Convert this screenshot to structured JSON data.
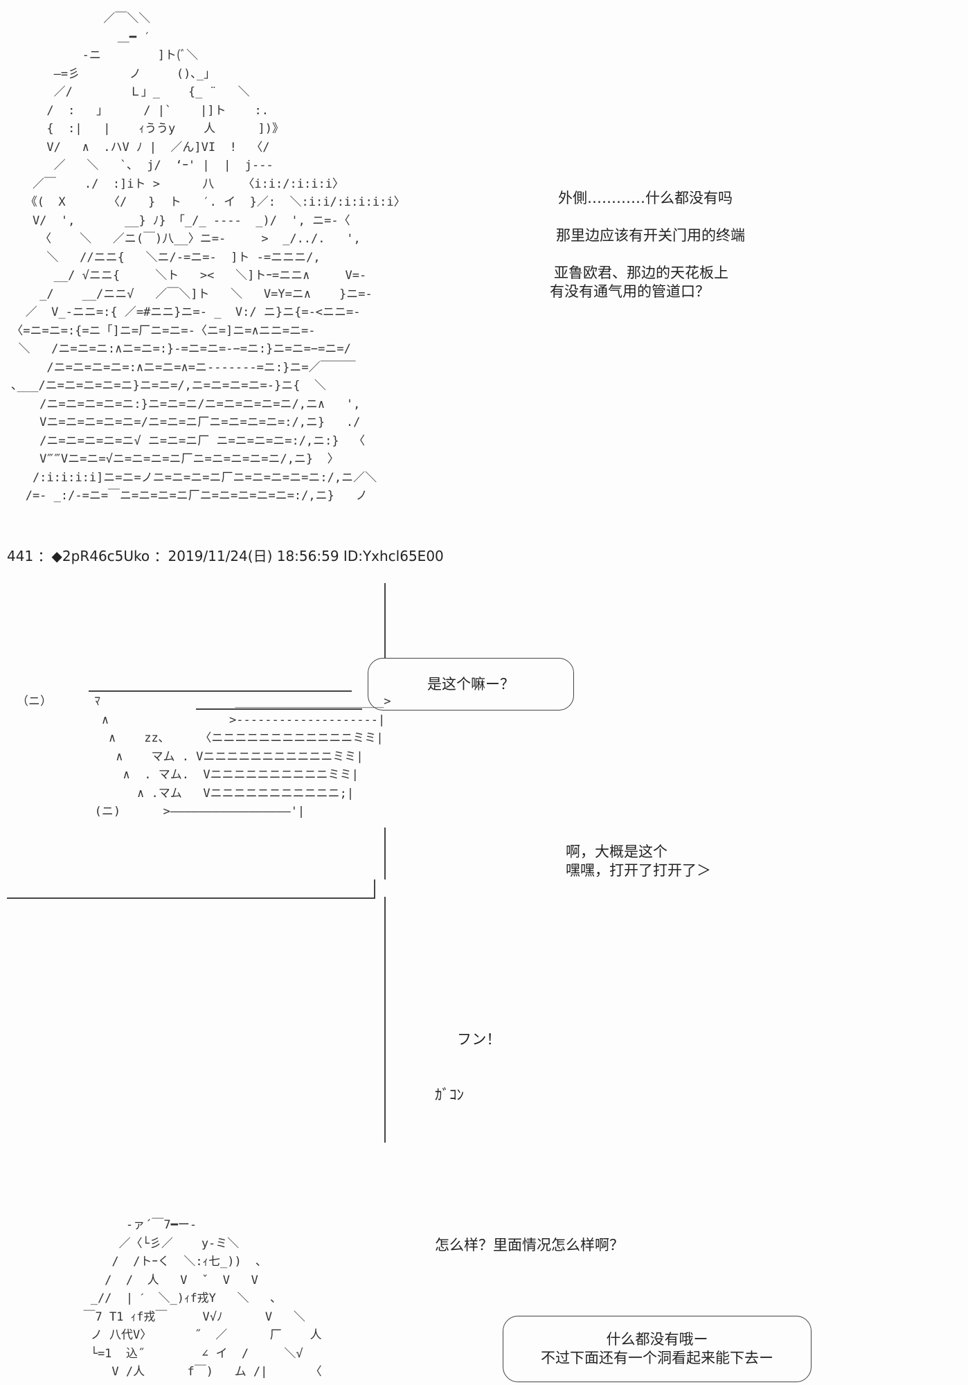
{
  "art": {
    "top_figure": [
      "              ／￣＼＼",
      "                ＿━ ′",
      "           -ニ        ]ト(ﾞ＼",
      "       ―=彡       ノ     ()､_」",
      "       ／/        Ｌ」_    {_ ¨   ＼",
      "      /  :   」     / |`    |]ト    :.",
      "      {  :|   |    ｨううy    人      ])》",
      "      V/   ∧  .ハV ﾉ |  ／ん]VI  !  〈/",
      "       ／   ＼   `､  j/  ‘ｰ' |  |  j---",
      "    ／￣    ./  :]iト >      八    〈i:i:/:i:i:i〉",
      "   《(  X      〈/   }  ト   ′. イ  }／:  ＼:i:i/:i:i:i:i〉",
      "    V/  ',       __} ﾉ} 「_/_ ----  _)/  ', ニ=-〈",
      "     〈    ＼   ／ニ(￣)八__〉ニ=-     >  _/../.   ',",
      "      ＼   //ニニ{   ＼ニ/-=ニ=-  ]ト -=ニニニ/,",
      "       __/ √ニニ{     ＼ト   ><   ＼]トｰ=ニニ∧     V=-",
      "     _/    __/ニニ√   ／￣＼]ト   ＼   V=Y=ニ∧    }ニ=-",
      "   ／  V_-ニニ=:{ ／=#ニニ}ニ=- _  V:/ ニ}ニ{=-<ニニ=-",
      " 〈=ニ=ニ=:{=ニ「]ニ=厂ニ=ニ=-〈ニ=]ニ=∧ニニ=ニ=-",
      "  ＼   /ニ=ニ=ニ:∧ニ=ニ=:}-=ニ=ニ=-−=ニ:}ニ=ニ=−=ニ=/",
      "      /ニ=ニ=ニ=ニ=:∧ニ=ニ=∧=ニ-------=ニ:}ニ=／￣￣￣",
      " ､___/ニ=ニ=ニ=ニ=ニ}ニ=ニ=/,ニ=ニ=ニ=ニ=-}ニ{  ＼",
      "     /ニ=ニ=ニ=ニ=ニ:}ニ=ニ=ニ/ニ=ニ=ニ=ニ=ニ/,ニ∧   ',",
      "     Vニ=ニ=ニ=ニ=ニ=/ニ=ニ=ニ厂ニ=ニ=ニ=ニ=:/,ニ}   ./",
      "     /ニ=ニ=ニ=ニ=ニ√ ニ=ニ=ニ厂 ニ=ニ=ニ=ニ=:/,ニ:}  〈",
      "     V‴‴Vニ=ニ=√ニ=ニ=ニ=ニ厂ニ=ニ=ニ=ニ=ニ/,ニ}  〉",
      "    /:i:i:i:i]ニ=ニ=ノニ=ニ=ニ=ニ厂ニ=ニ=ニ=ニ=ニ:/,ニ／＼",
      "   /=- _:/-=ニ=￣ニ=ニ=ニ=ニ厂ニ=ニ=ニ=ニ=ニ=:/,ニ}   ノ"
    ],
    "middle_figure": [
      "（ニ）      ﾏ                   _____________________>",
      "            ∧                 >--------------------|",
      "             ∧    zz､     〈ニニニニニニニニニニニニミミ|",
      "              ∧    マム . Vニニニニニニニニニニニミミ|",
      "               ∧  . マム.  Vニニニニニニニニニニミミ|",
      "                 ∧ .マム   Vニニニニニニニニニニニ;|",
      "           (ニ)      >―――――――――――――――――'|"
    ],
    "bottom_figure": [
      "        -ァ´￣7━ー-",
      "       ／〈└彡／    y-ミ＼",
      "      /  /トｰく  ＼:ｨ七_))  ､",
      "     /  /  人   V  ˇ  V   V",
      "   _//  | ˊ  ＼_)ｨf戎Y   ＼   ､",
      "  ￣7 T1 ｨf戎￣     V√ﾉ      V   ＼",
      "   ノ 八代V〉      ˝  ／      厂    人",
      "   └=1  込˝        ∠ イ  /     ＼√",
      "      V /人      f￣)   ム /|      〈"
    ]
  },
  "narration": {
    "top_right": [
      "外側…………什么都没有吗",
      "那里边应该有开关门用的终端",
      "亚鲁欧君、那边的天花板上",
      "有没有通气用的管道口？"
    ],
    "middle_right": [
      "啊，大概是这个",
      "嘿嘿，打开了打开了＞"
    ],
    "sfx_1": "フン！",
    "sfx_2": "ｶﾞｺﾝ",
    "bottom_question": "怎么样？里面情况怎么样啊？"
  },
  "post_header": "441 ：◆2pR46c5Uko ：2019/11/24(日) 18:56:59 ID:Yxhcl65E00",
  "bubbles": {
    "middle": "是这个嘛ー？",
    "bottom": [
      "什么都没有哦ー",
      "不过下面还有一个洞看起来能下去ー"
    ]
  }
}
